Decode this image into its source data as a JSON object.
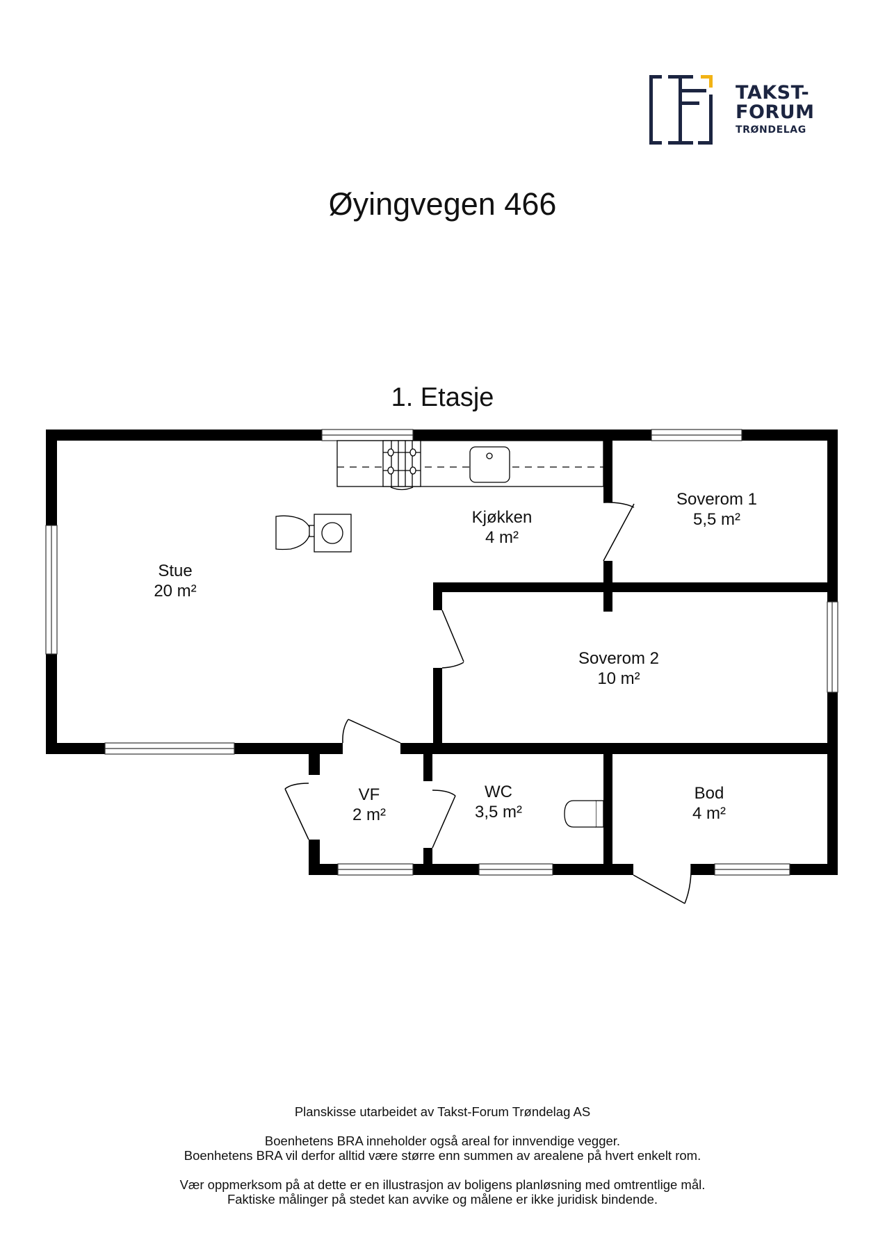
{
  "logo": {
    "line1": "TAKST-",
    "line2": "FORUM",
    "line3": "TRØNDELAG",
    "colors": {
      "navy": "#1c2541",
      "accent": "#f2b315"
    }
  },
  "title": "Øyingvegen 466",
  "floor": {
    "title": "1. Etasje"
  },
  "rooms": [
    {
      "name": "Stue",
      "area": "20 m²"
    },
    {
      "name": "Kjøkken",
      "area": "4 m²"
    },
    {
      "name": "Soverom 1",
      "area": "5,5 m²"
    },
    {
      "name": "Soverom 2",
      "area": "10 m²"
    },
    {
      "name": "VF",
      "area": "2 m²"
    },
    {
      "name": "WC",
      "area": "3,5 m²"
    },
    {
      "name": "Bod",
      "area": "4 m²"
    }
  ],
  "footer": {
    "credit": "Planskisse utarbeidet av Takst-Forum Trøndelag AS",
    "note1": "Boenhetens BRA inneholder også areal for innvendige vegger.",
    "note2": "Boenhetens BRA vil derfor alltid være større enn summen av arealene på hvert enkelt rom.",
    "note3": "Vær oppmerksom på at dette er en illustrasjon av boligens planløsning med omtrentlige mål.",
    "note4": "Faktiske målinger på stedet kan avvike og målene er ikke juridisk bindende."
  }
}
